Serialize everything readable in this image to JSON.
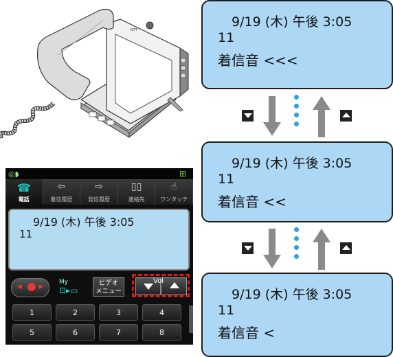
{
  "screens": [
    {
      "date": "9/19 (木) 午後 3:05",
      "number": "11",
      "ringtone": "着信音 <<<"
    },
    {
      "date": "9/19 (木) 午後 3:05",
      "number": "11",
      "ringtone": "着信音 <<"
    },
    {
      "date": "9/19 (木) 午後 3:05",
      "number": "11",
      "ringtone": "着信音 <"
    }
  ],
  "phone_ui": {
    "tabs": [
      {
        "label": "電話",
        "icon": "phone-icon"
      },
      {
        "label": "着信履歴",
        "icon": "incoming-history-icon"
      },
      {
        "label": "発信履歴",
        "icon": "outgoing-history-icon"
      },
      {
        "label": "連絡先",
        "icon": "contacts-book-icon"
      },
      {
        "label": "ワンタッチ",
        "icon": "one-touch-hand-icon"
      }
    ],
    "lcd": {
      "date": "9/19 (木) 午後 3:05",
      "number": "11"
    },
    "my_label": "My",
    "video_menu_line1": "ビデオ",
    "video_menu_line2": "メニュー",
    "vol_label": "Vol",
    "keys": [
      "1",
      "2",
      "3",
      "4",
      "5",
      "6",
      "7",
      "8"
    ]
  },
  "colors": {
    "lcd": "#add8f5",
    "highlight": "#e0161c",
    "dots": "#2aa3e0"
  }
}
